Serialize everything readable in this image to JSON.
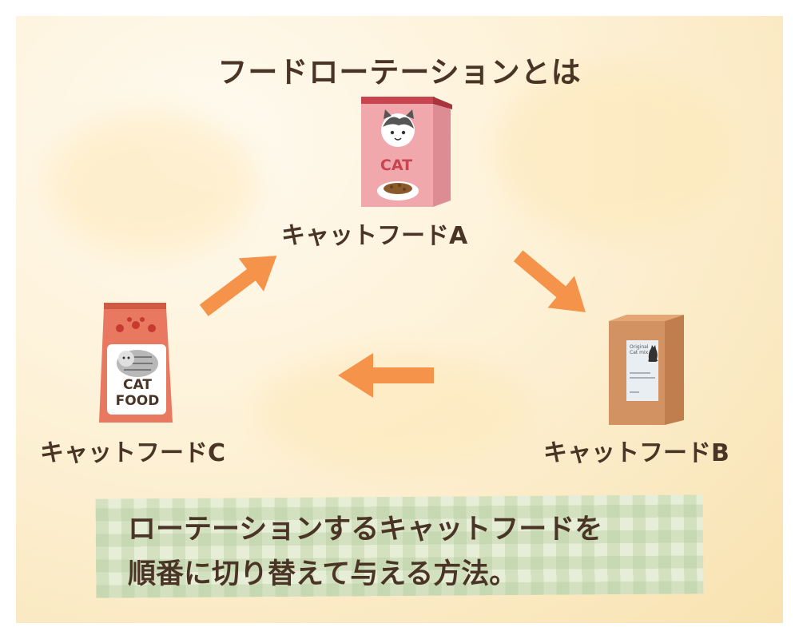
{
  "title": "フードローテーションとは",
  "nodes": {
    "a": {
      "label": "キャットフードA",
      "bag_text": "CAT"
    },
    "b": {
      "label": "キャットフードB",
      "bag_text_1": "Original",
      "bag_text_2": "Cat mix"
    },
    "c": {
      "label": "キャットフードC",
      "bag_text_1": "CAT",
      "bag_text_2": "FOOD"
    }
  },
  "note": {
    "line1": "ローテーションするキャットフードを",
    "line2": "順番に切り替えて与える方法。"
  },
  "colors": {
    "text": "#4a3426",
    "arrow": "#f6934a",
    "bag_a": "#f0a8ac",
    "bag_b": "#d39262",
    "bag_c": "#e87860",
    "note_bg": "#e7eed7"
  }
}
